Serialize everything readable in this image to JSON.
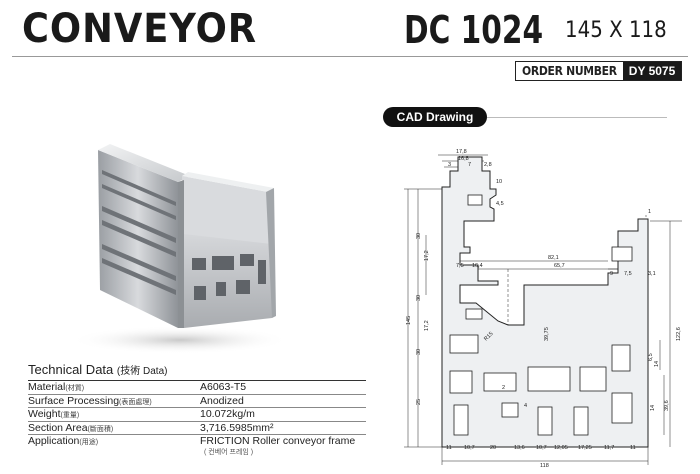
{
  "header": {
    "brand": "CONVEYOR",
    "model_code": "DC 1024",
    "model_size": "145 X 118",
    "order_label": "ORDER NUMBER",
    "order_value": "DY 5075"
  },
  "cad": {
    "pill_label": "CAD Drawing",
    "dims": {
      "d17_8": "17,8",
      "d16_8": "16,8",
      "d3": "3",
      "d7": "7",
      "d2_8": "2,8",
      "d10": "10",
      "d4_5": "4,5",
      "d30a": "30",
      "d17_2a": "17,2",
      "d17_2b": "17,2",
      "d30b": "30",
      "d30c": "30",
      "d25": "25",
      "d145": "145",
      "d7_5a": "7,5",
      "d16_4": "16,4",
      "d82_1": "82,1",
      "d65_7": "65,7",
      "d9": "9",
      "d7_5b": "7,5",
      "d3_1": "3,1",
      "d1": "1",
      "d122_6": "122,6",
      "d39_75": "39,75",
      "r15": "R15",
      "d6_5": "6,5",
      "d14": "14",
      "d14b": "14",
      "d39_6": "39,6",
      "d2": "2",
      "d4": "4",
      "b11a": "11",
      "b10_7a": "10,7",
      "b20": "20",
      "b13_6": "13,6",
      "b10_7b": "10,7",
      "b12_05": "12,05",
      "b17_25": "17,25",
      "b11_7": "11,7",
      "b11b": "11",
      "d118": "118"
    }
  },
  "tech": {
    "heading": "Technical Data",
    "heading_sub": "(技術 Data)",
    "rows": [
      {
        "label": "Material",
        "label_sub": "(材質)",
        "value": "A6063-T5"
      },
      {
        "label": "Surface Processing",
        "label_sub": "(表面處理)",
        "value": "Anodized"
      },
      {
        "label": "Weight",
        "label_sub": "(重量)",
        "value": "10.072kg/m"
      },
      {
        "label": "Section Area",
        "label_sub": "(斷面積)",
        "value": "3,716.5985mm²"
      },
      {
        "label": "Application",
        "label_sub": "(用途)",
        "value": "FRICTION Roller conveyor frame",
        "value_sub": "( 컨베어 프레임 )"
      }
    ]
  },
  "colors": {
    "profile_light": "#e4e6e8",
    "profile_mid": "#b9bcc0",
    "profile_dark": "#7d8085",
    "ink": "#1a1a1a"
  }
}
